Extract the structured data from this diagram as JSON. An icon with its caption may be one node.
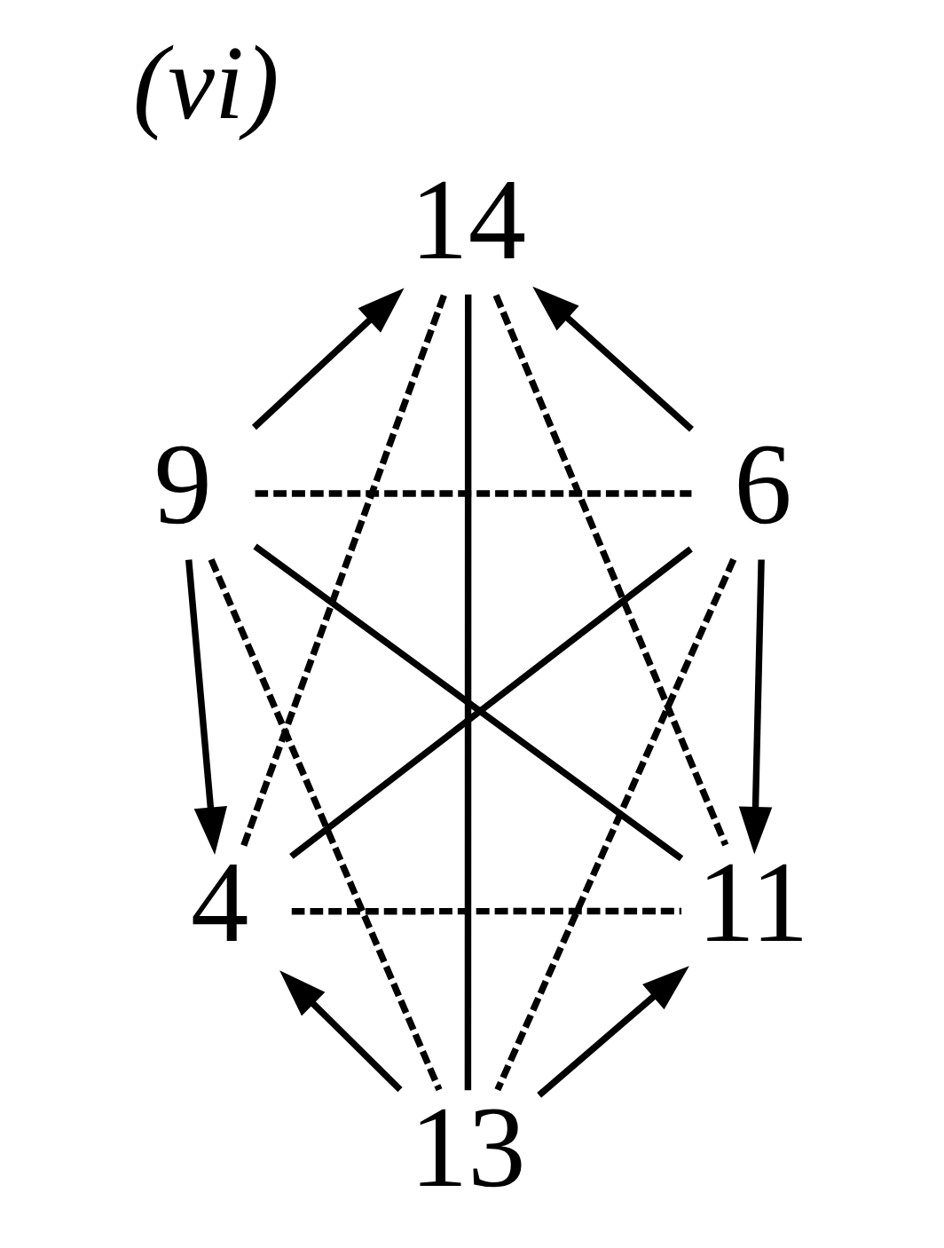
{
  "diagram": {
    "title": "(vi)",
    "nodes": [
      {
        "text": [
          "14"
        ]
      },
      {
        "text": [
          "9"
        ]
      },
      {
        "text": [
          "6"
        ]
      },
      {
        "text": [
          "4"
        ]
      },
      {
        "text": [
          "11"
        ]
      },
      {
        "text": [
          "13"
        ]
      }
    ],
    "edges": [
      {
        "from": 1,
        "to": 0,
        "arrow": "to"
      },
      {
        "from": 2,
        "to": 0,
        "arrow": "to"
      },
      {
        "from": 1,
        "to": 2,
        "arrow": "none",
        "style": "dashed"
      },
      {
        "from": 0,
        "to": 3,
        "arrow": "none",
        "style": "dashed"
      },
      {
        "from": 0,
        "to": 5,
        "arrow": "none"
      },
      {
        "from": 0,
        "to": 4,
        "arrow": "none",
        "style": "dashed"
      },
      {
        "from": 1,
        "to": 3,
        "arrow": "to"
      },
      {
        "from": 1,
        "to": 5,
        "arrow": "none",
        "style": "dashed"
      },
      {
        "from": 1,
        "to": 4,
        "arrow": "none"
      },
      {
        "from": 2,
        "to": 3,
        "arrow": "none"
      },
      {
        "from": 2,
        "to": 5,
        "arrow": "none",
        "style": "dashed"
      },
      {
        "from": 2,
        "to": 4,
        "arrow": "to"
      },
      {
        "from": 3,
        "to": 4,
        "arrow": "none",
        "style": "dashed"
      },
      {
        "from": 5,
        "to": 3,
        "arrow": "to"
      },
      {
        "from": 5,
        "to": 4,
        "arrow": "to"
      }
    ]
  }
}
